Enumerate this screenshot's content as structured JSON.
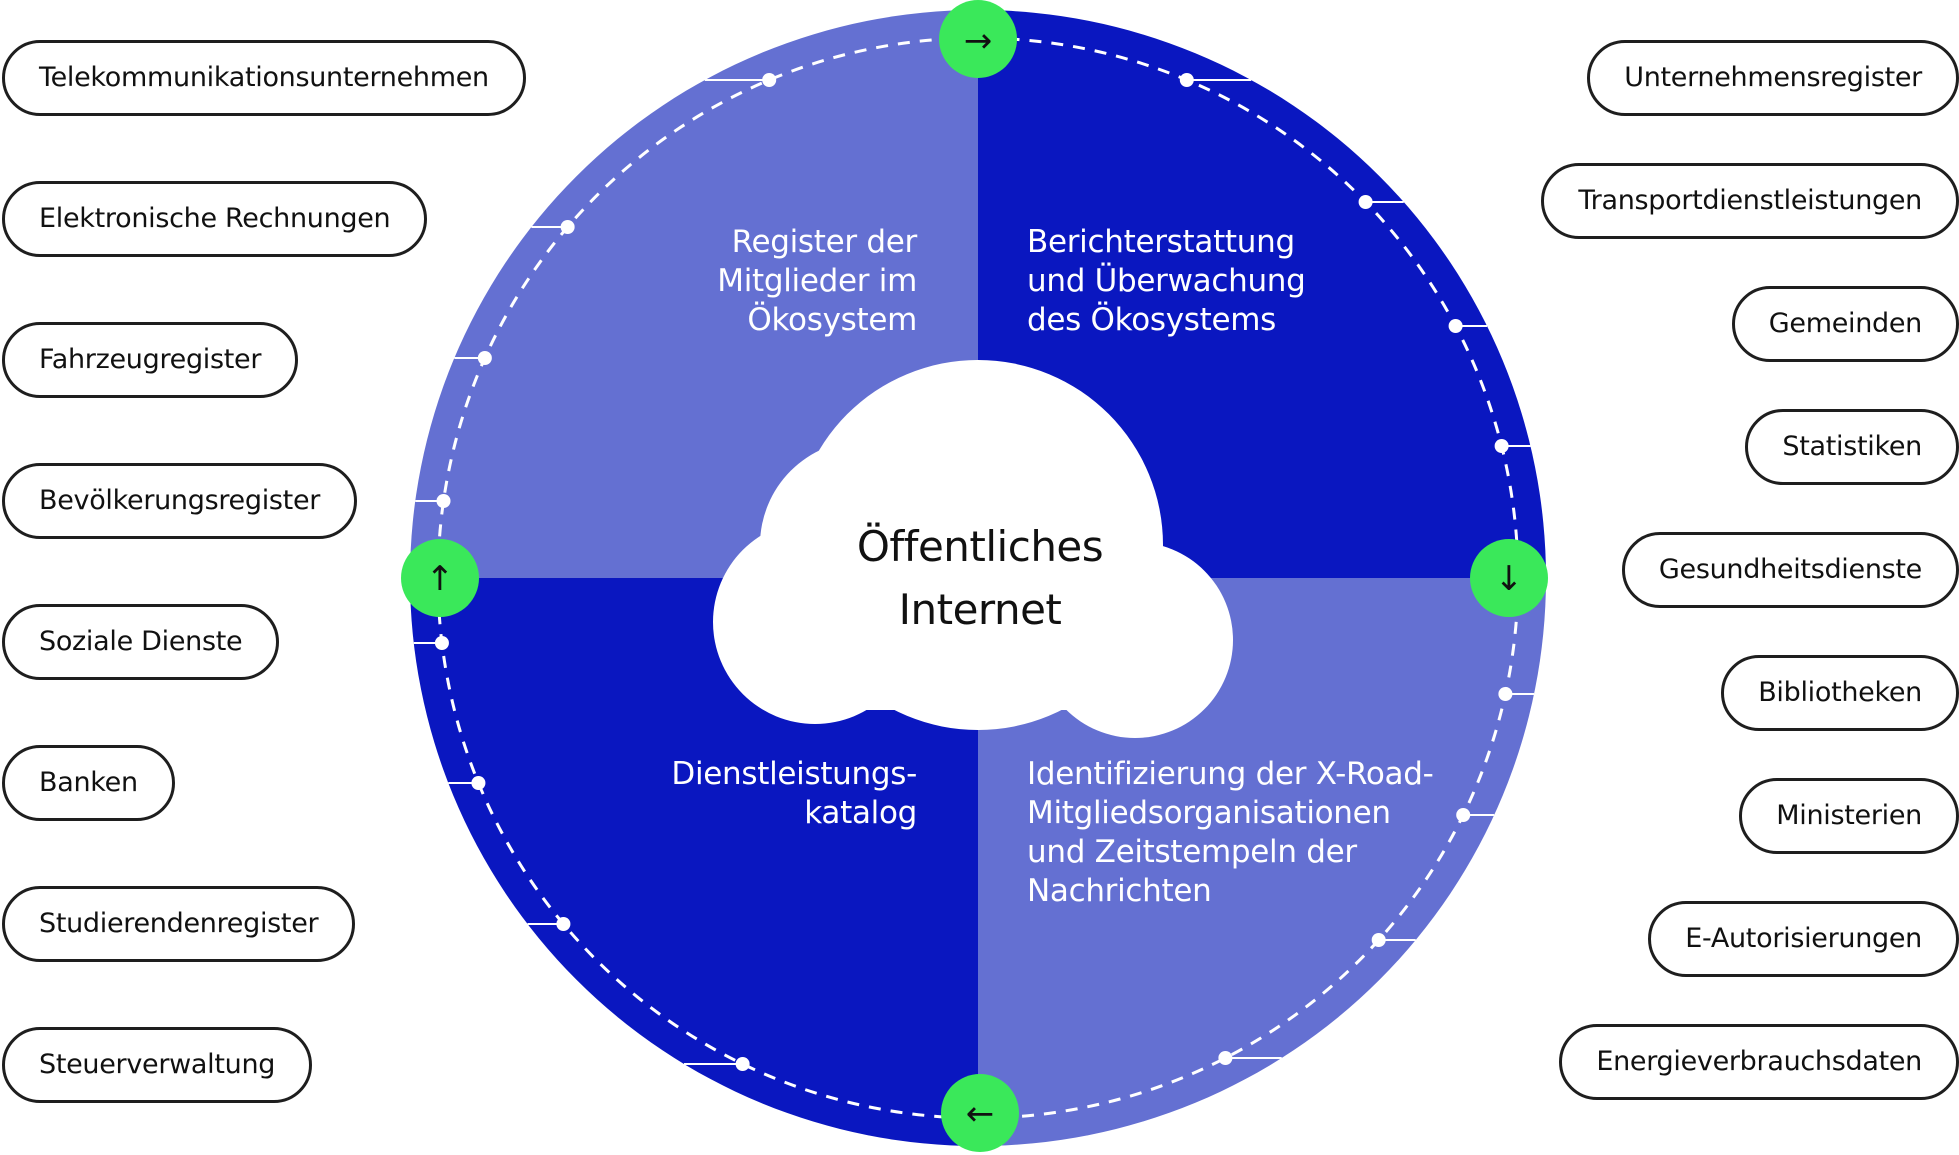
{
  "colors": {
    "dark_blue": "#0A17C0",
    "light_blue": "#6470D2",
    "accent_green": "#3AE85A",
    "pill_border": "#1e1e1e"
  },
  "center": {
    "lines": [
      "Öffentliches",
      "Internet"
    ]
  },
  "quadrants": {
    "top_left": {
      "lines": [
        "Register der",
        "Mitglieder im",
        "Ökosystem"
      ]
    },
    "top_right": {
      "lines": [
        "Berichterstattung",
        "und Überwachung",
        "des Ökosystems"
      ]
    },
    "bottom_left": {
      "lines": [
        "Dienstleistungs-",
        "katalog"
      ]
    },
    "bottom_right": {
      "lines": [
        "Identifizierung der X-Road-",
        "Mitgliedsorganisationen",
        "und Zeitstempeln der",
        "Nachrichten"
      ]
    }
  },
  "arrows": {
    "top": "→",
    "right": "↓",
    "bottom": "←",
    "left": "↑"
  },
  "left_items": [
    "Telekommunikationsunternehmen",
    "Elektronische Rechnungen",
    "Fahrzeugregister",
    "Bevölkerungsregister",
    "Soziale Dienste",
    "Banken",
    "Studierendenregister",
    "Steuerverwaltung"
  ],
  "right_items": [
    "Unternehmensregister",
    "Transportdienstleistungen",
    "Gemeinden",
    "Statistiken",
    "Gesundheitsdienste",
    "Bibliotheken",
    "Ministerien",
    "E-Autorisierungen",
    "Energieverbrauchsdaten"
  ]
}
